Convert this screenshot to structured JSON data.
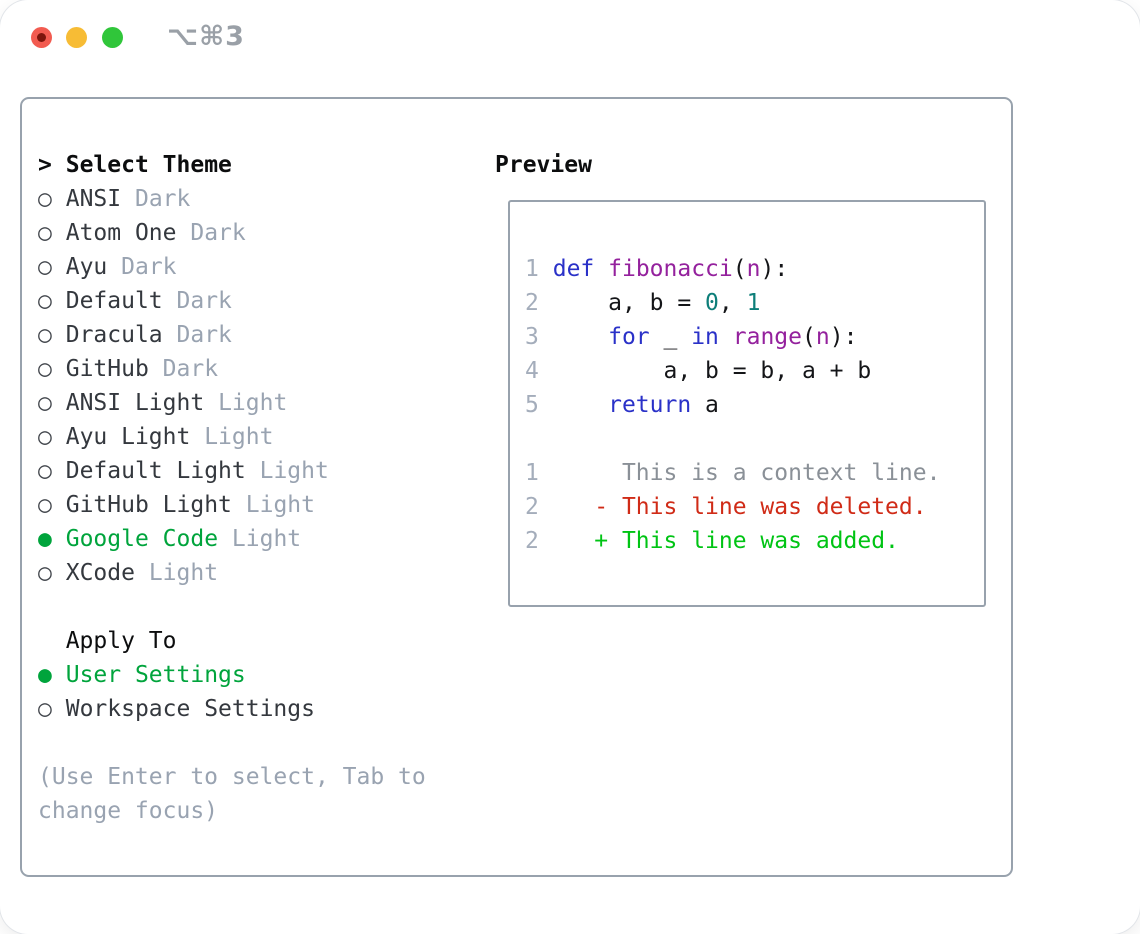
{
  "window": {
    "title": "⌥⌘3",
    "traffic_lights": [
      "close",
      "minimize",
      "zoom"
    ]
  },
  "theme_panel": {
    "header": {
      "prompt": ">",
      "label": "Select Theme"
    },
    "items": [
      {
        "bullet": "○",
        "name": "ANSI",
        "variant": "Dark",
        "selected": false
      },
      {
        "bullet": "○",
        "name": "Atom One",
        "variant": "Dark",
        "selected": false
      },
      {
        "bullet": "○",
        "name": "Ayu",
        "variant": "Dark",
        "selected": false
      },
      {
        "bullet": "○",
        "name": "Default",
        "variant": "Dark",
        "selected": false
      },
      {
        "bullet": "○",
        "name": "Dracula",
        "variant": "Dark",
        "selected": false
      },
      {
        "bullet": "○",
        "name": "GitHub",
        "variant": "Dark",
        "selected": false
      },
      {
        "bullet": "○",
        "name": "ANSI Light",
        "variant": "Light",
        "selected": false
      },
      {
        "bullet": "○",
        "name": "Ayu Light",
        "variant": "Light",
        "selected": false
      },
      {
        "bullet": "○",
        "name": "Default Light",
        "variant": "Light",
        "selected": false
      },
      {
        "bullet": "○",
        "name": "GitHub Light",
        "variant": "Light",
        "selected": false
      },
      {
        "bullet": "●",
        "name": "Google Code",
        "variant": "Light",
        "selected": true
      },
      {
        "bullet": "○",
        "name": "XCode",
        "variant": "Light",
        "selected": false
      }
    ],
    "apply_to": {
      "label": "Apply To",
      "options": [
        {
          "bullet": "●",
          "label": "User Settings",
          "selected": true
        },
        {
          "bullet": "○",
          "label": "Workspace Settings",
          "selected": false
        }
      ]
    },
    "hint_lines": [
      "(Use Enter to select, Tab to",
      "change focus)"
    ]
  },
  "preview": {
    "header": "Preview",
    "code_lines": [
      {
        "num": "1",
        "tokens": [
          {
            "t": "def",
            "c": "kw"
          },
          {
            "t": " "
          },
          {
            "t": "fibonacci",
            "c": "fn"
          },
          {
            "t": "("
          },
          {
            "t": "n",
            "c": "fn"
          },
          {
            "t": "):"
          }
        ]
      },
      {
        "num": "2",
        "tokens": [
          {
            "t": "    a, b = "
          },
          {
            "t": "0",
            "c": "num"
          },
          {
            "t": ", "
          },
          {
            "t": "1",
            "c": "num"
          }
        ]
      },
      {
        "num": "3",
        "tokens": [
          {
            "t": "    "
          },
          {
            "t": "for",
            "c": "kw"
          },
          {
            "t": " _ "
          },
          {
            "t": "in",
            "c": "kw"
          },
          {
            "t": " "
          },
          {
            "t": "range",
            "c": "fn"
          },
          {
            "t": "("
          },
          {
            "t": "n",
            "c": "fn"
          },
          {
            "t": "):"
          }
        ]
      },
      {
        "num": "4",
        "tokens": [
          {
            "t": "        a, b = b, a + b"
          }
        ]
      },
      {
        "num": "5",
        "tokens": [
          {
            "t": "    "
          },
          {
            "t": "return",
            "c": "kw"
          },
          {
            "t": " a"
          }
        ]
      }
    ],
    "diff_lines": [
      {
        "num": "1",
        "kind": "context",
        "tokens": [
          {
            "t": "     This is a context line.",
            "c": "ctx"
          }
        ]
      },
      {
        "num": "2",
        "kind": "deleted",
        "tokens": [
          {
            "t": "   "
          },
          {
            "t": "- This line was deleted.",
            "c": "del"
          }
        ]
      },
      {
        "num": "2",
        "kind": "added",
        "tokens": [
          {
            "t": "   "
          },
          {
            "t": "+ This line was added.",
            "c": "add"
          }
        ]
      }
    ]
  },
  "colors": {
    "accent-green": "#00a43c",
    "added-green": "#00c414",
    "deleted-red": "#d02b17",
    "keyword-blue": "#2a31c8",
    "function-purple": "#94219d",
    "number-teal": "#0d7e79",
    "muted-gray": "#99a3b1",
    "line-number-gray": "#a4adbb",
    "context-gray": "#8a9097",
    "border-gray": "#98a2ad",
    "text-dark": "#34383e",
    "heading-black": "#0c0d0e",
    "code-plain": "#141518",
    "titlebar-gray": "#9aa0a7",
    "traffic-red": "#f25b50",
    "traffic-red-dot": "#7d150c",
    "traffic-yellow": "#f7bc35",
    "traffic-green": "#30c63a"
  }
}
